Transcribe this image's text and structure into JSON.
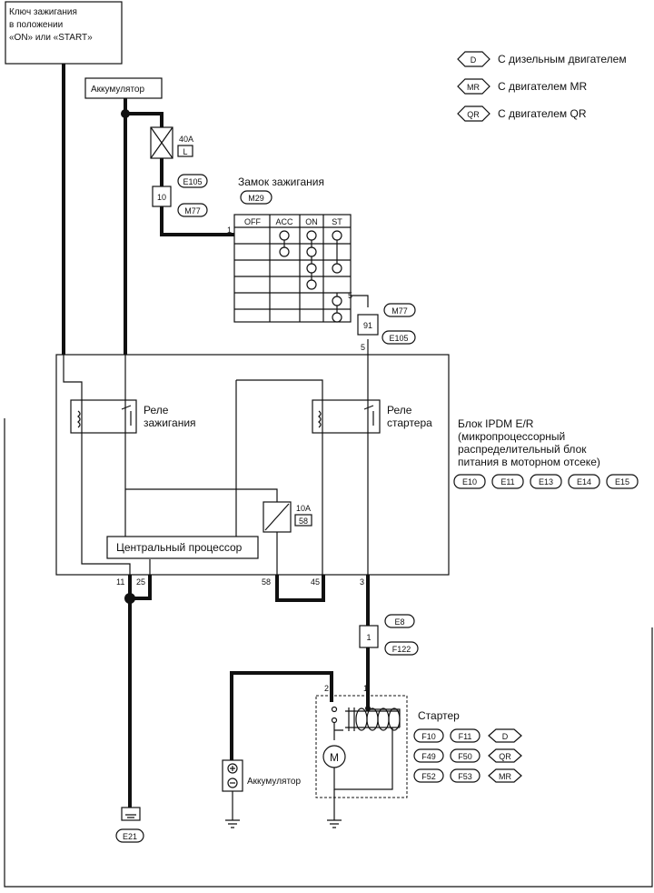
{
  "ignition_note": [
    "Ключ зажигания",
    "в положении",
    "«ON» или «START»"
  ],
  "legend": [
    {
      "tag": "D",
      "text": "С дизельным двигателем"
    },
    {
      "tag": "MR",
      "text": "С двигателем MR"
    },
    {
      "tag": "QR",
      "text": "С двигателем QR"
    }
  ],
  "battery_top": "Аккумулятор",
  "fuse_main": {
    "rating": "40A",
    "code": "L"
  },
  "conn_upper": {
    "pin": "10",
    "tags": [
      "E105",
      "M77"
    ]
  },
  "ignition_switch": {
    "title": "Замок зажигания",
    "connector": "M29",
    "columns": [
      "OFF",
      "ACC",
      "ON",
      "ST"
    ],
    "pin_in": "1",
    "pin_out": "5"
  },
  "conn_middle": {
    "pin": "91",
    "pin_bottom": "5",
    "tags": [
      "M77",
      "E105"
    ]
  },
  "ign_relay": [
    "Реле",
    "зажигания"
  ],
  "starter_relay": [
    "Реле",
    "стартера"
  ],
  "ipdm": {
    "lines": [
      "Блок IPDM E/R",
      "(микропроцессорный",
      "распределительный блок",
      "питания в моторном отсеке)"
    ],
    "connectors": [
      "E10",
      "E11",
      "E13",
      "E14",
      "E15"
    ]
  },
  "fuse_small": {
    "rating": "10A",
    "code": "58"
  },
  "cpu": "Центральный процессор",
  "ipdm_pins": [
    "11",
    "25",
    "58",
    "45",
    "3"
  ],
  "conn_lower": {
    "pin": "1",
    "tags": [
      "E8",
      "F122"
    ]
  },
  "starter": {
    "title": "Стартер",
    "pins": [
      "2",
      "1"
    ],
    "rows": [
      [
        "F10",
        "F11",
        "D"
      ],
      [
        "F49",
        "F50",
        "QR"
      ],
      [
        "F52",
        "F53",
        "MR"
      ]
    ],
    "motor": "M"
  },
  "battery_bottom": "Аккумулятор",
  "ground_tag": "E21"
}
